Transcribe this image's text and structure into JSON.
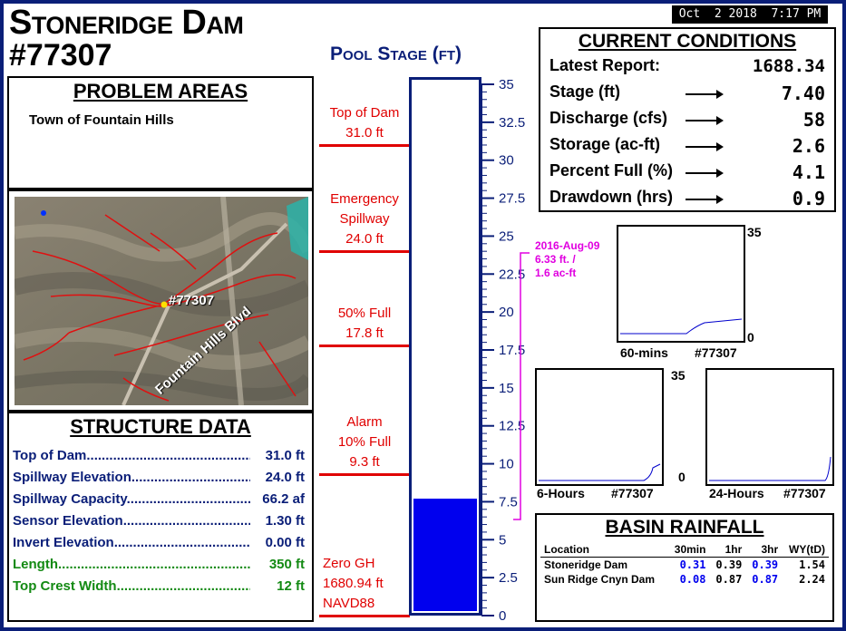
{
  "timestamp": "Oct  2 2018  7:17 PM",
  "dam": {
    "name": "Stoneridge Dam",
    "id": "#77307"
  },
  "problem_areas": {
    "title": "PROBLEM AREAS",
    "items": [
      "Town of Fountain Hills"
    ]
  },
  "map": {
    "marker_label": "#77307",
    "road_label": "Fountain Hills Blvd"
  },
  "structure": {
    "title": "STRUCTURE DATA",
    "rows": [
      {
        "label": "Top of Dam",
        "value": "31.0 ft"
      },
      {
        "label": "Spillway Elevation",
        "value": "24.0 ft"
      },
      {
        "label": "Spillway Capacity",
        "value": "66.2 af"
      },
      {
        "label": "Sensor Elevation",
        "value": "1.30 ft"
      },
      {
        "label": "Invert Elevation",
        "value": "0.00 ft"
      },
      {
        "label": "Length",
        "value": "350 ft"
      },
      {
        "label": "Top Crest Width",
        "value": "12 ft"
      }
    ]
  },
  "pool": {
    "title": "Pool Stage (ft)",
    "stage_ft": 7.4,
    "max_ft": 35,
    "ticks": [
      "35",
      "32.5",
      "30",
      "27.5",
      "25",
      "22.5",
      "20",
      "17.5",
      "15",
      "12.5",
      "10",
      "7.5",
      "5",
      "2.5",
      "0"
    ],
    "levels": [
      {
        "lines": [
          "Top of Dam",
          "31.0 ft"
        ],
        "value": 31.0
      },
      {
        "lines": [
          "Emergency",
          "Spillway",
          "24.0 ft"
        ],
        "value": 24.0
      },
      {
        "lines": [
          "50% Full",
          "17.8 ft"
        ],
        "value": 17.8
      },
      {
        "lines": [
          "Alarm",
          "10% Full",
          "9.3 ft"
        ],
        "value": 9.3
      }
    ],
    "zero": [
      "Zero GH",
      "1680.94 ft",
      "NAVD88"
    ],
    "record": {
      "date": "2016-Aug-09",
      "line1": "6.33 ft. /",
      "line2": "1.6 ac-ft",
      "value": 6.33
    }
  },
  "conditions": {
    "title": "CURRENT CONDITIONS",
    "rows": [
      {
        "label": "Latest Report:",
        "value": "1688.34",
        "arrow": false
      },
      {
        "label": "Stage (ft)",
        "value": "7.40",
        "arrow": true
      },
      {
        "label": "Discharge (cfs)",
        "value": "58",
        "arrow": true
      },
      {
        "label": "Storage (ac-ft)",
        "value": "2.6",
        "arrow": true
      },
      {
        "label": "Percent Full (%)",
        "value": "4.1",
        "arrow": true
      },
      {
        "label": "Drawdown (hrs)",
        "value": "0.9",
        "arrow": true
      }
    ]
  },
  "minis": {
    "top_max": "35",
    "top_min": "0",
    "bottom_max": "35",
    "bottom_min": "0",
    "m60": {
      "label": "60-mins",
      "id": "#77307"
    },
    "h6": {
      "label": "6-Hours",
      "id": "#77307"
    },
    "h24": {
      "label": "24-Hours",
      "id": "#77307"
    }
  },
  "rainfall": {
    "title": "BASIN RAINFALL",
    "headers": [
      "Location",
      "30min",
      "1hr",
      "3hr",
      "WY(tD)"
    ],
    "rows": [
      {
        "location": "Stoneridge Dam",
        "v30": "0.31",
        "v1": "0.39",
        "v3": "0.39",
        "wy": "1.54"
      },
      {
        "location": "Sun Ridge Cnyn Dam",
        "v30": "0.08",
        "v1": "0.87",
        "v3": "0.87",
        "wy": "2.24"
      }
    ]
  },
  "colors": {
    "navy": "#0a1e78",
    "red": "#e00000",
    "green": "#138a13",
    "fill": "#0000ee",
    "magenta": "#e000e0"
  }
}
